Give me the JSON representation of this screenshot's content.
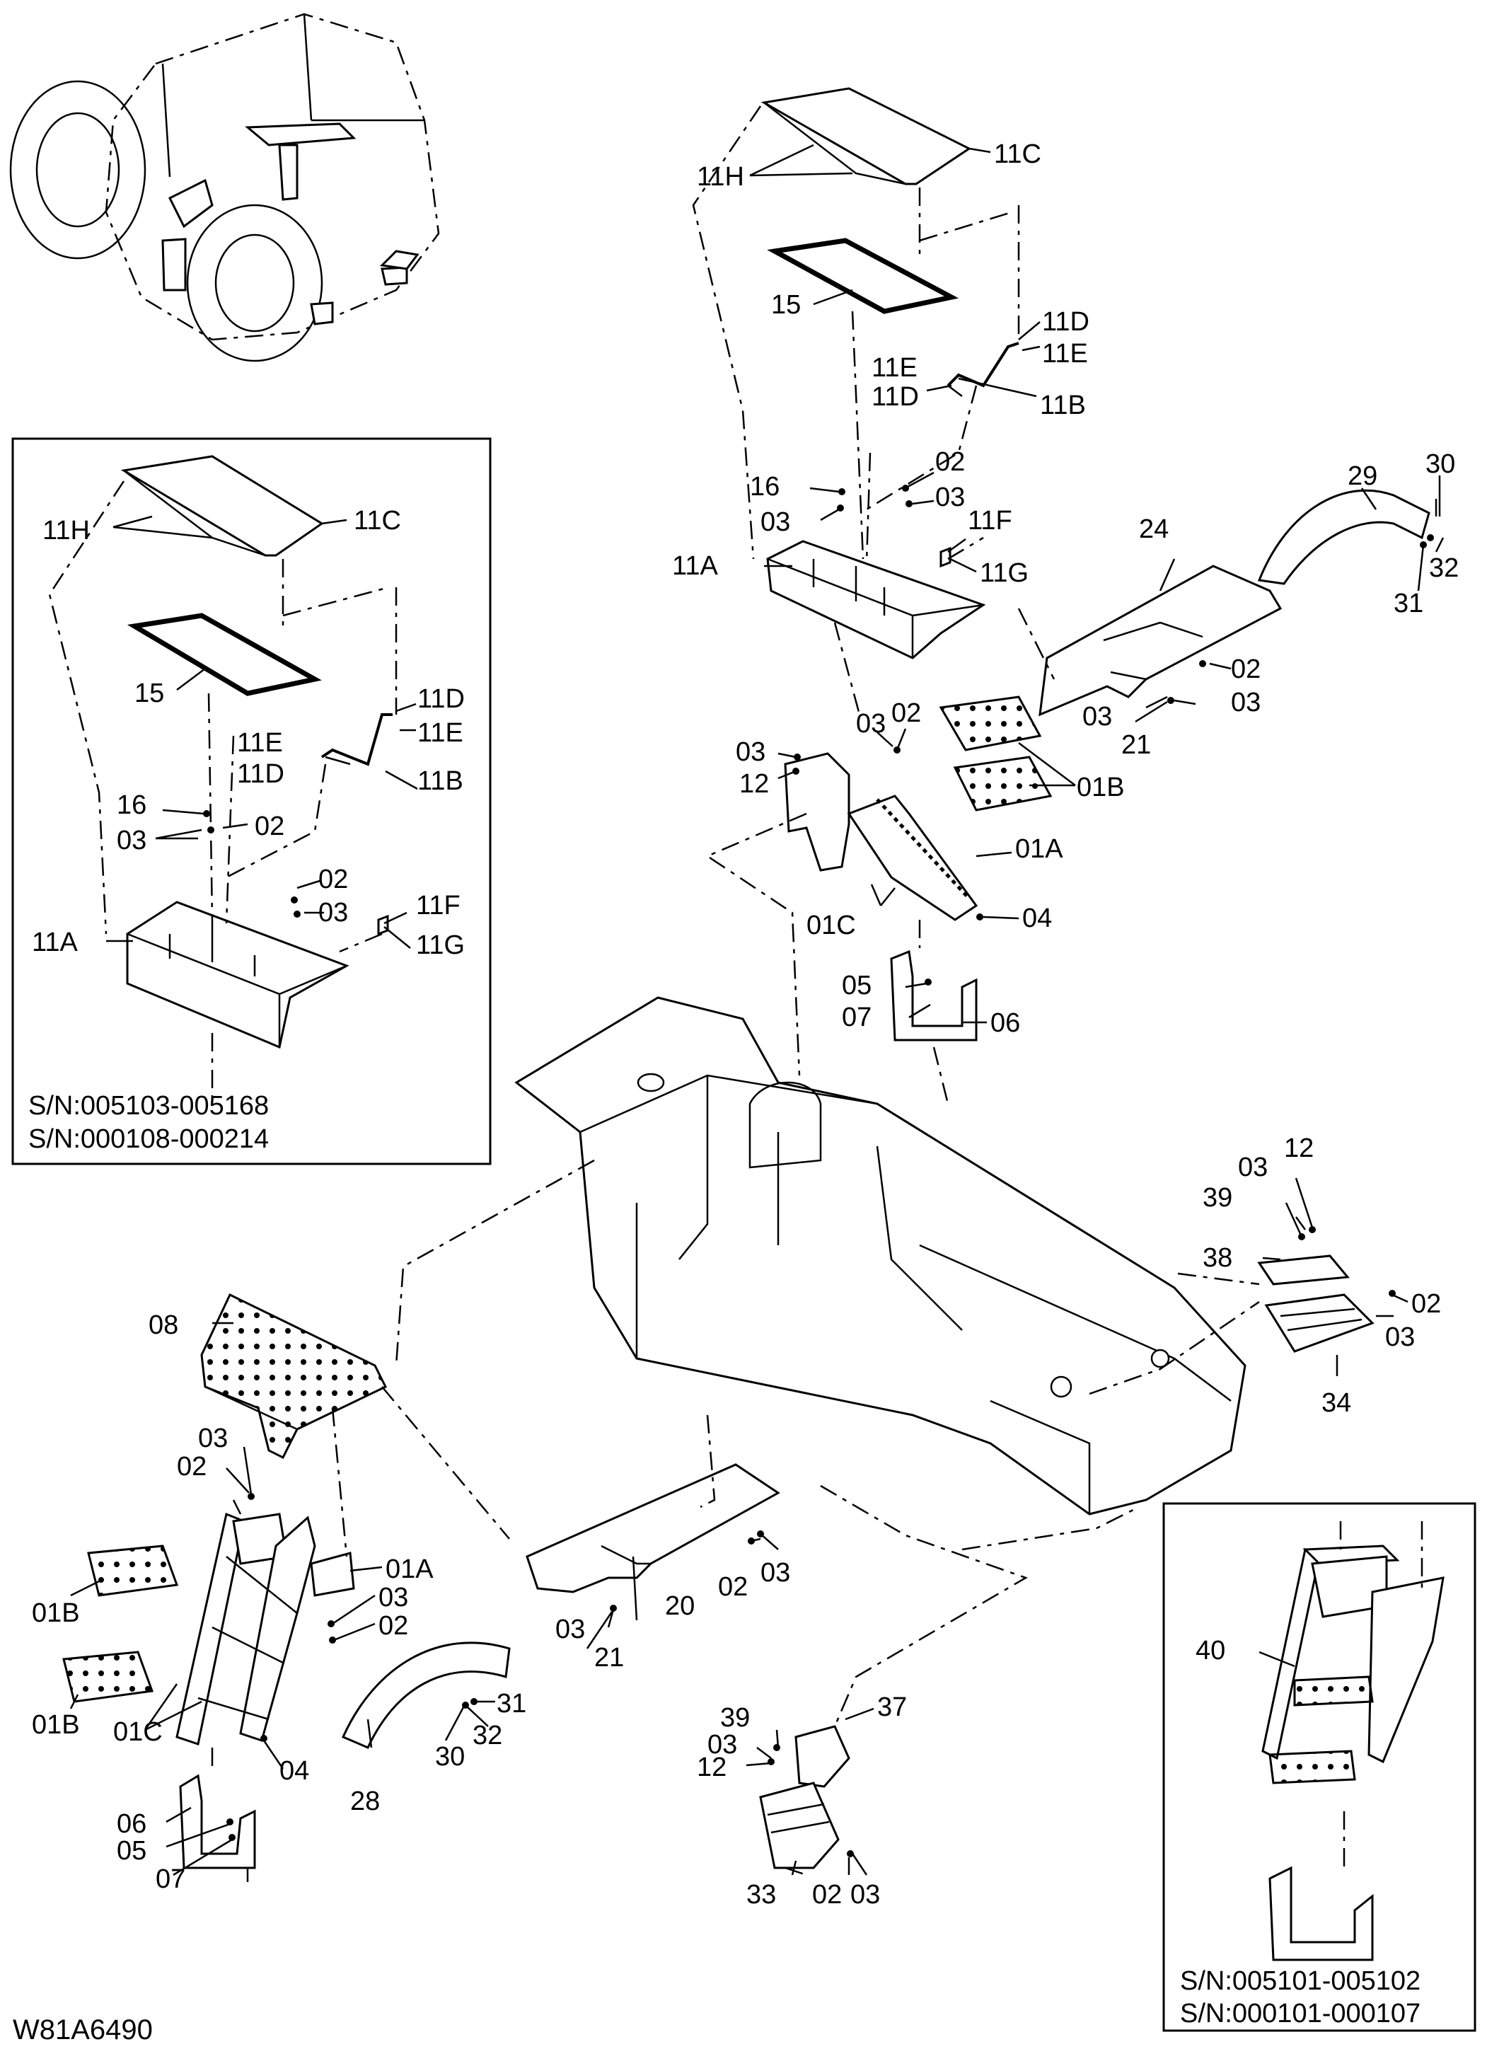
{
  "figure_code": "W81A6490",
  "inset_left": {
    "serials": [
      "S/N:005103-005168",
      "S/N:000108-000214"
    ],
    "labels": {
      "cover": "11H",
      "cover_right": "11C",
      "seal": "15",
      "rod_d_top": "11D",
      "rod_e_top": "11E",
      "rod_e": "11E",
      "rod_d": "11D",
      "rod": "11B",
      "bolt16": "16",
      "washer02": "02",
      "washer03": "03",
      "box_02": "02",
      "box_03": "03",
      "box": "11A",
      "bracket_f": "11F",
      "bracket_g": "11G"
    }
  },
  "inset_right": {
    "serials": [
      "S/N:005101-005102",
      "S/N:000101-000107"
    ],
    "labels": {
      "ladder": "40"
    }
  },
  "main": {
    "labels": {
      "cover_h": "11H",
      "cover_c": "11C",
      "seal": "15",
      "rod_d_top": "11D",
      "rod_e_top": "11E",
      "rod_e": "11E",
      "rod_d": "11D",
      "rod": "11B",
      "bolt16": "16",
      "box_03_left": "03",
      "box_02": "02",
      "box_03_right": "03",
      "box_f": "11F",
      "box_g": "11G",
      "box": "11A",
      "fender_r": "29",
      "fender_r_30": "30",
      "fender_r_32": "32",
      "fender_r_31": "31",
      "deck_r": "24",
      "deck_r_02": "02",
      "deck_r_03a": "03",
      "deck_r_03b": "03",
      "deck_r_21": "21",
      "step_r_03a": "03",
      "step_r_02": "02",
      "step_r_03b": "03",
      "step_r_12": "12",
      "step_r_pad": "01B",
      "step_r_frame": "01A",
      "step_r_c": "01C",
      "step_r_04": "04",
      "hanger_r_05": "05",
      "hanger_r_07": "07",
      "hanger_r_06": "06",
      "rear_12": "12",
      "rear_03": "03",
      "rear_39": "39",
      "rear_38": "38",
      "rear_02": "02",
      "rear_03b": "03",
      "rear_34": "34",
      "deck_l": "08",
      "step_l_03": "03",
      "step_l_02": "02",
      "step_l_01a": "01A",
      "step_l_03b": "03",
      "step_l_02b": "02",
      "step_l_pad_top": "01B",
      "step_l_pad_bot": "01B",
      "step_l_c": "01C",
      "step_l_04": "04",
      "hanger_l_06": "06",
      "hanger_l_05": "05",
      "hanger_l_07": "07",
      "fender_l_deck": "20",
      "fender_l_02": "02",
      "fender_l_03": "03",
      "fender_l_03b": "03",
      "fender_l_21": "21",
      "fender_l_31": "31",
      "fender_l_32": "32",
      "fender_l_30": "30",
      "fender_l": "28",
      "front_39": "39",
      "front_03": "03",
      "front_12": "12",
      "front_37": "37",
      "front_33": "33",
      "front_02": "02",
      "front_03b": "03"
    }
  }
}
